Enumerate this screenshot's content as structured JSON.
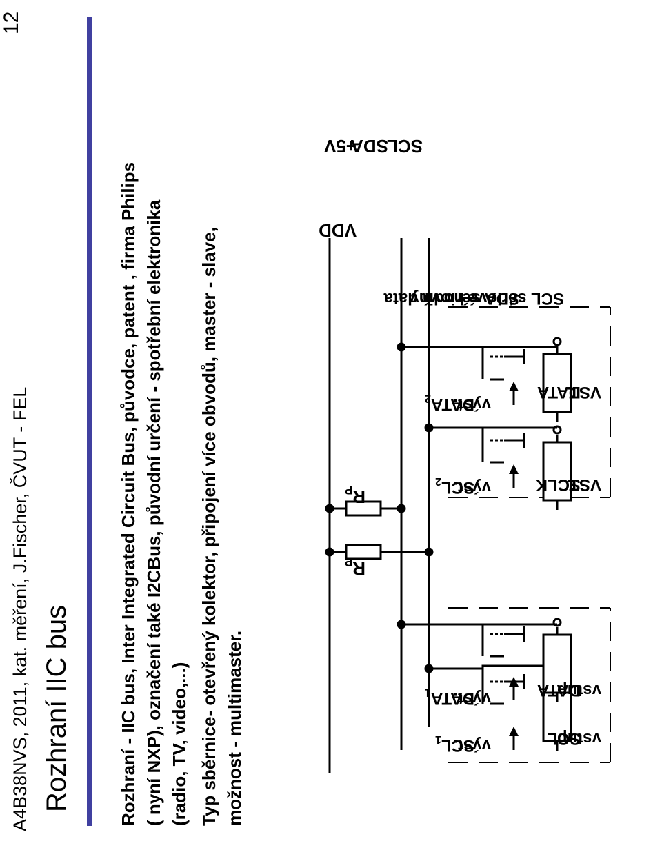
{
  "header": {
    "course_line": "A4B38NVS, 2011,  kat. měření, J.Fischer, ČVUT - FEL",
    "page_number": "12"
  },
  "slide": {
    "title": "Rozhraní IIC bus",
    "bullet1": [
      "Rozhraní - IIC bus, Inter Integrated Circuit Bus, původce, patent , firma Philips",
      "( nyní NXP), označení také I2CBus, původní určení - spotřební elektronika",
      "(radio, TV, video,...)"
    ],
    "bullet2": [
      "Typ sběrnice- otevřený kolektor, připojení více obvodů, master - slave,",
      "možnost - multimaster."
    ]
  },
  "diagram": {
    "rails": {
      "vdd": "VDD",
      "plus5v": "+5V",
      "sda": "SDA",
      "scl": "SCL"
    },
    "resistors": {
      "rp_left": "R",
      "rp_left_sub": "P",
      "rp_right": "R",
      "rp_right_sub": "P"
    },
    "device1": {
      "scl_out_1": "SCL",
      "scl_out_1_sub": "1",
      "scl_out_2": "výst.",
      "data_out_1": "DATA",
      "data_out_1_sub": "1",
      "data_out_2": "výst.",
      "scl_in_1": "SCL",
      "scl_in_2": "vstup",
      "data_in_1": "DATA",
      "data_in_2": "vstup"
    },
    "device2": {
      "scl_out_1": "SCL",
      "scl_out_1_sub": "2",
      "scl_out_2": "výst.",
      "data_out_1": "DATA",
      "data_out_1_sub": "2",
      "data_out_2": "výst.",
      "sclk_in_1": "SCLK",
      "sclk_in_2": "VST.",
      "data_in_1": "DATA",
      "data_in_2": "VST."
    },
    "legend": {
      "sda_desc": "SDA sériová data",
      "scl_desc": "SCL sériové hodiny"
    }
  }
}
